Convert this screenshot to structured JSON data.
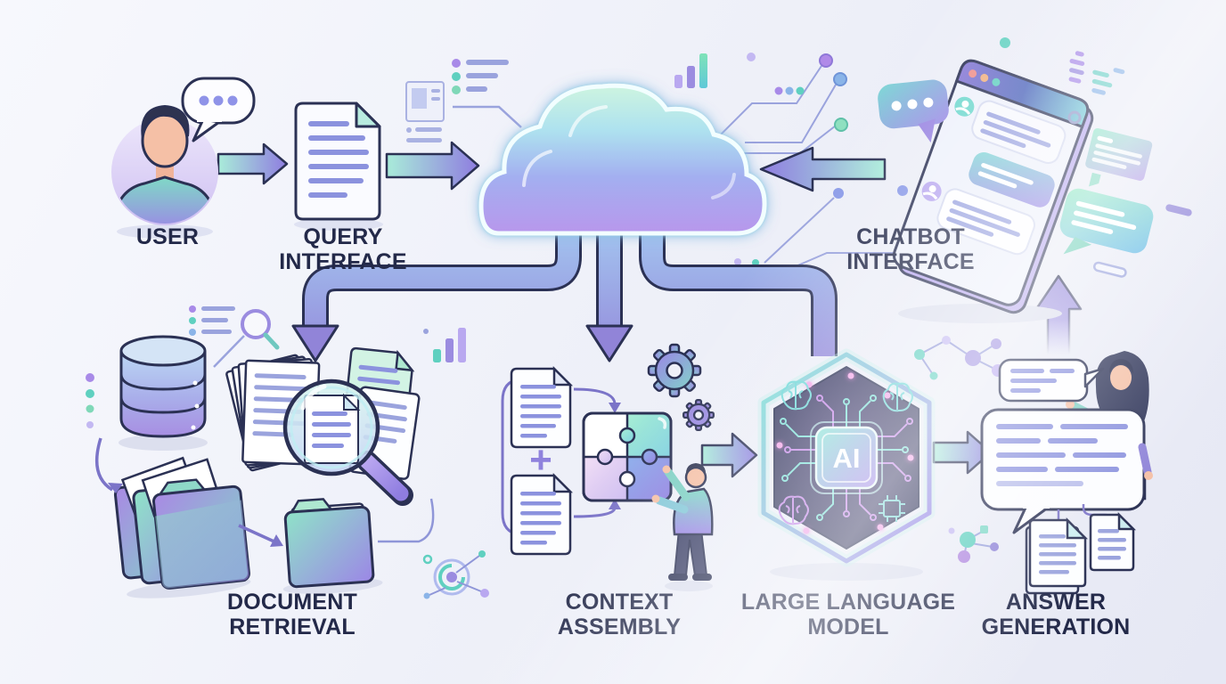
{
  "diagram": {
    "type": "flow-illustration"
  },
  "labels": {
    "user": "USER",
    "query_interface": "QUERY INTERFACE",
    "chatbot_interface": "CHATBOT INTERFACE",
    "document_retrieval": "DOCUMENT RETRIEVAL",
    "context_assembly": "CONTEXT ASSEMBLY",
    "large_language_model": "LARGE LANGUAGE MODEL",
    "answer_generation": "ANSWER GENERATION"
  },
  "llm": {
    "chip_text": "AI"
  },
  "context_assembly": {
    "plus_sign": "+"
  },
  "icons": [
    "user-avatar",
    "speech-bubble-icon",
    "document-icon",
    "cloud-icon",
    "flow-arrow",
    "chatbot-window-icon",
    "database-icon",
    "folder-icon",
    "magnifier-icon",
    "puzzle-icon",
    "gear-icon",
    "ai-chip-icon",
    "brain-icon",
    "bar-chart-icon",
    "circuit-icon",
    "molecule-icon",
    "target-icon",
    "list-icon"
  ],
  "colors": {
    "background": "#eff1f9",
    "label_text": "#232949",
    "outline_navy": "#2b3154",
    "purple": "#9b8ce0",
    "teal": "#7fd9c6",
    "arrow_gradient": [
      "#a9ecd9",
      "#8f7de0"
    ],
    "cloud_top": "#cdf4e0",
    "cloud_bottom": "#b897ec",
    "hexagon_fill": "#303659",
    "chip_gradient": [
      "#8fe9d8",
      "#a98ae8"
    ]
  }
}
